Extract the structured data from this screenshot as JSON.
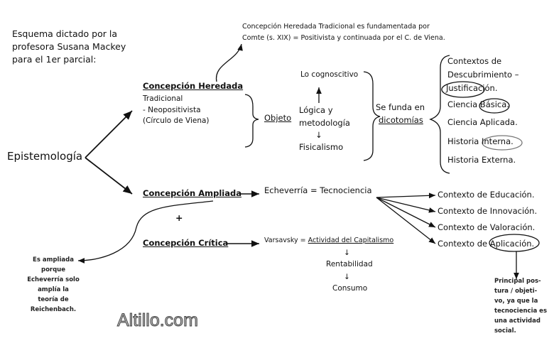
{
  "intro": [
    "Esquema dictado por la",
    "profesora Susana Mackey",
    "para el 1er parcial:"
  ],
  "top_note": [
    "Concepción Heredada Tradicional es fundamentada por",
    "Comte (s. XIX) = Positivista y continuada por el C. de Viena."
  ],
  "root": "Epistemología",
  "heredada": {
    "title": "Concepción Heredada",
    "lines": [
      "Tradicional",
      "- Neopositivista",
      "(Círculo de Viena)"
    ]
  },
  "objeto": "Objeto",
  "objeto_items": {
    "top": "Lo cognoscitivo",
    "middle": [
      "Lógica y",
      "metodología"
    ],
    "down_arrow": "↓",
    "bottom": "Fisicalismo"
  },
  "funda": [
    "Se funda en",
    "dicotomías"
  ],
  "dicotomias": [
    "Contextos de",
    "Descubrimiento –",
    "Justificación.",
    "Ciencia Básica.",
    "Ciencia Aplicada.",
    "Historia Interna.",
    "Historia Externa."
  ],
  "ampliada": {
    "title": "Concepción Ampliada",
    "plus": "+",
    "critica": "Concepción Crítica"
  },
  "echeverria": "Echeverría = Tecnociencia",
  "contextos": [
    "Contexto de Educación.",
    "Contexto de Innovación.",
    "Contexto de Valoración.",
    "Contexto de Aplicación."
  ],
  "varsavsky": {
    "prefix": "Varsavsky = ",
    "concept": "Actividad del Capitalismo",
    "arrow": "↓",
    "rentabilidad": "Rentabilidad",
    "consumo": "Consumo"
  },
  "note_left": [
    "Es ampliada",
    "porque",
    "Echeverría solo",
    "amplía la",
    "teoría de",
    "Reichenbach."
  ],
  "note_right": [
    "Principal pos-",
    "tura / objeti-",
    "vo, ya que la",
    "tecnociencia es",
    "una actividad",
    "social."
  ],
  "watermark": "Altillo.com"
}
